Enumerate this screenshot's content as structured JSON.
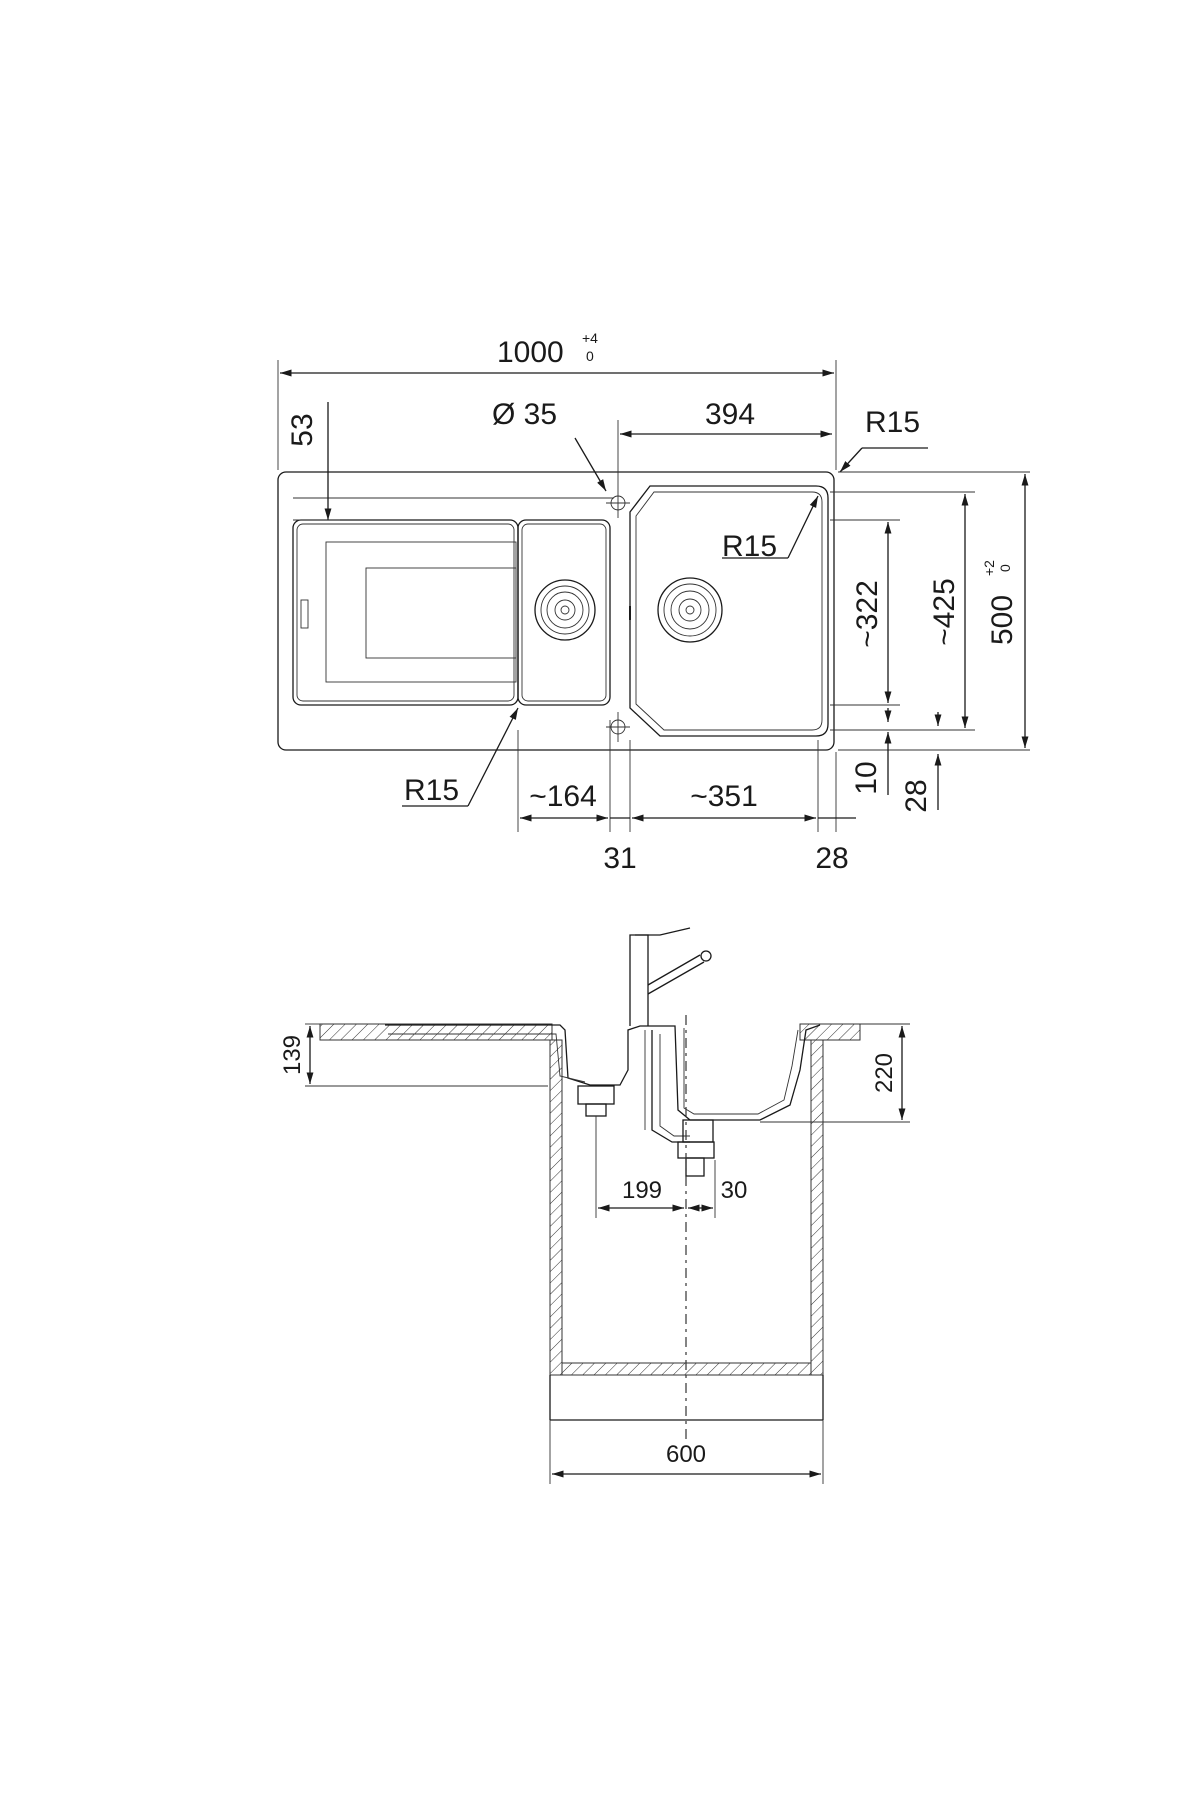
{
  "plan": {
    "width": "1000",
    "width_tol_upper": "+4",
    "width_tol_lower": "0",
    "top_offset": "53",
    "tap_hole": "Ø 35",
    "bowl_width": "394",
    "radius_corner": "R15",
    "radius_bowl": "R15",
    "radius_small": "R15",
    "bowl_depth": "~322",
    "inner_depth": "~425",
    "depth": "500",
    "depth_tol_upper": "+2",
    "depth_tol_lower": "0",
    "small_bowl_width": "~164",
    "large_bowl_width": "~351",
    "gap": "31",
    "edge": "28",
    "bottom_edge_1": "10",
    "bottom_edge_2": "28"
  },
  "section": {
    "drainer_depth": "139",
    "bowl_depth": "220",
    "waste_offset": "199",
    "waste_gap": "30",
    "cabinet_width": "600"
  }
}
